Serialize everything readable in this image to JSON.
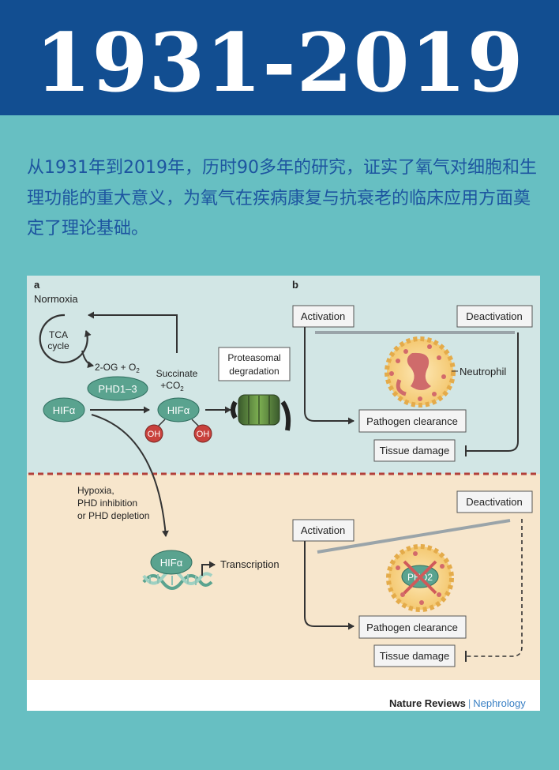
{
  "header": {
    "title": "1931-2019"
  },
  "intro": {
    "text": "从1931年到2019年，历时90多年的研究，证实了氧气对细胞和生理功能的重大意义，为氧气在疾病康复与抗衰老的临床应用方面奠定了理论基础。"
  },
  "figure": {
    "panel_a": {
      "label": "a",
      "normoxia": "Normoxia",
      "tca_line1": "TCA",
      "tca_line2": "cycle",
      "og_o2": "2-OG + O",
      "og_o2_sub": "2",
      "phd": "PHD1–3",
      "succinate": "Succinate",
      "co2": "+CO",
      "co2_sub": "2",
      "hif": "HIFα",
      "oh": "OH",
      "proteasomal_line1": "Proteasomal",
      "proteasomal_line2": "degradation",
      "hypoxia_line1": "Hypoxia,",
      "hypoxia_line2": "PHD inhibition",
      "hypoxia_line3": "or PHD depletion",
      "transcription": "Transcription"
    },
    "panel_b": {
      "label": "b",
      "activation": "Activation",
      "deactivation": "Deactivation",
      "neutrophil": "Neutrophil",
      "pathogen_clearance": "Pathogen clearance",
      "tissue_damage": "Tissue damage",
      "phd2": "PHD2"
    },
    "credit": {
      "source": "Nature Reviews",
      "separator": "|",
      "journal": "Nephrology"
    }
  },
  "colors": {
    "header_bg": "#124e91",
    "page_bg": "#67bfc2",
    "intro_text": "#1d55a0",
    "normoxia_bg": "#d2e6e5",
    "hypoxia_bg": "#f7e6cc",
    "hif_green": "#5aa38f",
    "oh_red": "#c8413c",
    "divider_red": "#b2403a"
  }
}
